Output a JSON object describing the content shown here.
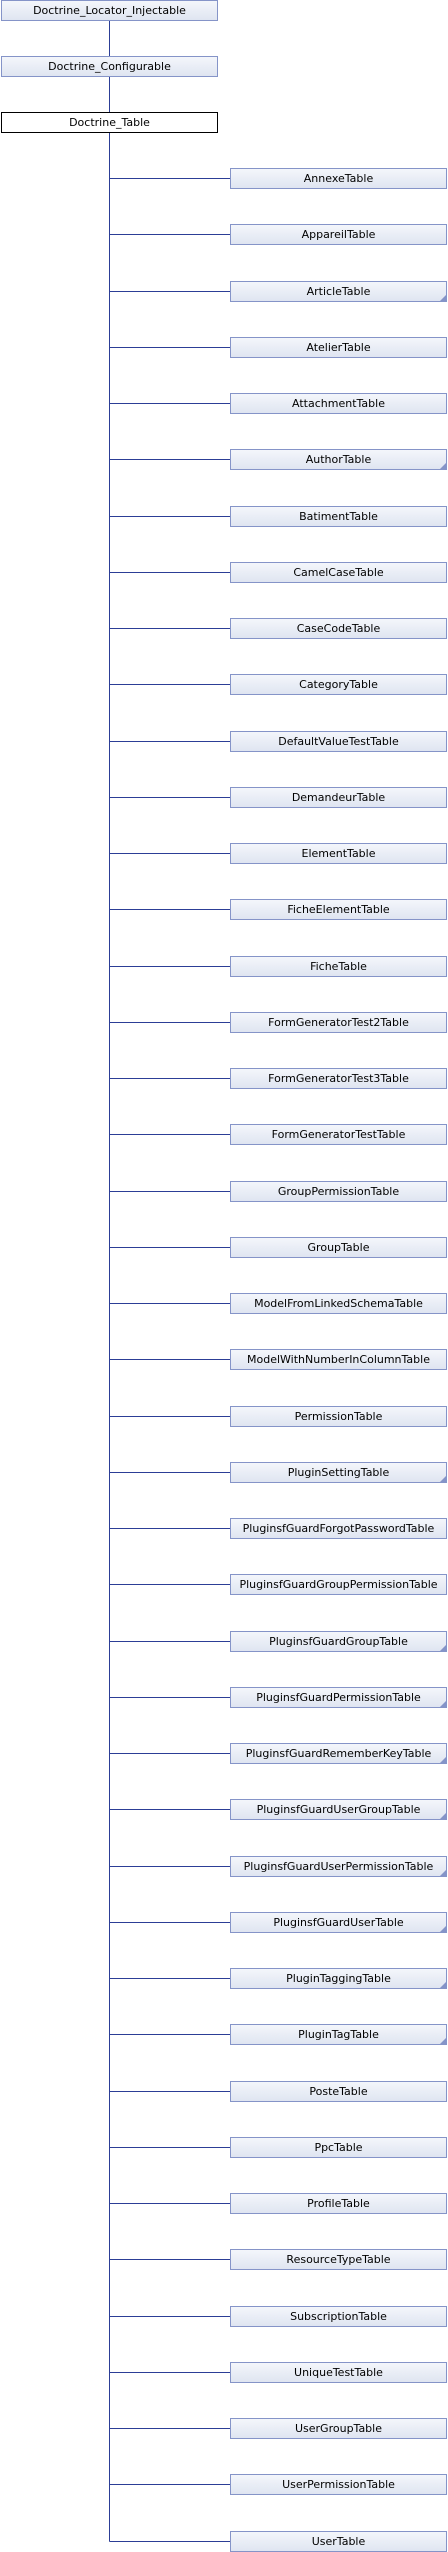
{
  "colors": {
    "edge": "#2c3e96",
    "box_border": "#8594c8",
    "root_border": "#000000"
  },
  "ancestors": [
    {
      "label": "Doctrine_Locator_Injectable"
    },
    {
      "label": "Doctrine_Configurable"
    }
  ],
  "root": {
    "label": "Doctrine_Table"
  },
  "children": [
    {
      "label": "AnnexeTable",
      "more": false
    },
    {
      "label": "AppareilTable",
      "more": false
    },
    {
      "label": "ArticleTable",
      "more": true
    },
    {
      "label": "AtelierTable",
      "more": false
    },
    {
      "label": "AttachmentTable",
      "more": false
    },
    {
      "label": "AuthorTable",
      "more": true
    },
    {
      "label": "BatimentTable",
      "more": false
    },
    {
      "label": "CamelCaseTable",
      "more": false
    },
    {
      "label": "CaseCodeTable",
      "more": false
    },
    {
      "label": "CategoryTable",
      "more": false
    },
    {
      "label": "DefaultValueTestTable",
      "more": false
    },
    {
      "label": "DemandeurTable",
      "more": false
    },
    {
      "label": "ElementTable",
      "more": false
    },
    {
      "label": "FicheElementTable",
      "more": false
    },
    {
      "label": "FicheTable",
      "more": false
    },
    {
      "label": "FormGeneratorTest2Table",
      "more": false
    },
    {
      "label": "FormGeneratorTest3Table",
      "more": false
    },
    {
      "label": "FormGeneratorTestTable",
      "more": false
    },
    {
      "label": "GroupPermissionTable",
      "more": false
    },
    {
      "label": "GroupTable",
      "more": false
    },
    {
      "label": "ModelFromLinkedSchemaTable",
      "more": false
    },
    {
      "label": "ModelWithNumberInColumnTable",
      "more": false
    },
    {
      "label": "PermissionTable",
      "more": false
    },
    {
      "label": "PluginSettingTable",
      "more": true
    },
    {
      "label": "PluginsfGuardForgotPasswordTable",
      "more": false
    },
    {
      "label": "PluginsfGuardGroupPermissionTable",
      "more": false
    },
    {
      "label": "PluginsfGuardGroupTable",
      "more": true
    },
    {
      "label": "PluginsfGuardPermissionTable",
      "more": true
    },
    {
      "label": "PluginsfGuardRememberKeyTable",
      "more": true
    },
    {
      "label": "PluginsfGuardUserGroupTable",
      "more": true
    },
    {
      "label": "PluginsfGuardUserPermissionTable",
      "more": true
    },
    {
      "label": "PluginsfGuardUserTable",
      "more": true
    },
    {
      "label": "PluginTaggingTable",
      "more": true
    },
    {
      "label": "PluginTagTable",
      "more": true
    },
    {
      "label": "PosteTable",
      "more": false
    },
    {
      "label": "PpcTable",
      "more": false
    },
    {
      "label": "ProfileTable",
      "more": false
    },
    {
      "label": "ResourceTypeTable",
      "more": false
    },
    {
      "label": "SubscriptionTable",
      "more": false
    },
    {
      "label": "UniqueTestTable",
      "more": false
    },
    {
      "label": "UserGroupTable",
      "more": false
    },
    {
      "label": "UserPermissionTable",
      "more": false
    },
    {
      "label": "UserTable",
      "more": false
    }
  ]
}
